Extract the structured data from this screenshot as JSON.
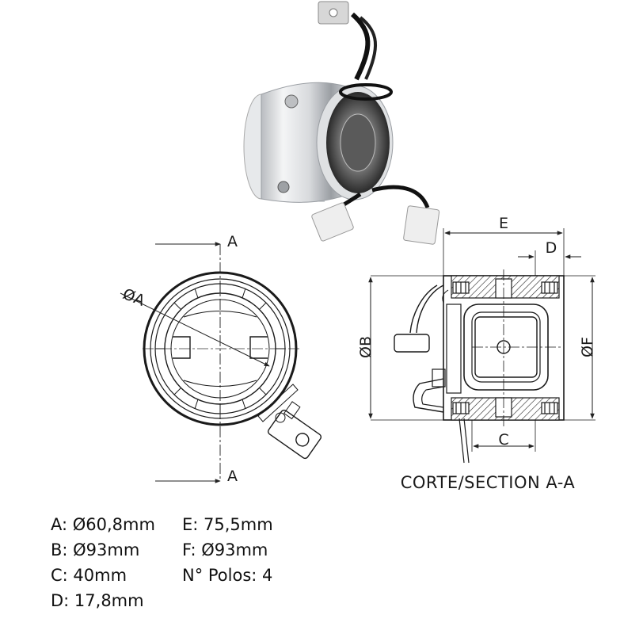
{
  "labels": {
    "section_top": "A",
    "section_bottom": "A",
    "dia_a": "ØA",
    "dia_b": "ØB",
    "dia_f": "ØF",
    "dim_e": "E",
    "dim_d": "D",
    "dim_c": "C",
    "section_caption": "CORTE/SECTION  A-A"
  },
  "specs": {
    "left": [
      "A: Ø60,8mm",
      "B: Ø93mm",
      "C: 40mm",
      "D: 17,8mm"
    ],
    "right": [
      "E: 75,5mm",
      "F: Ø93mm",
      "N° Polos: 4"
    ]
  }
}
